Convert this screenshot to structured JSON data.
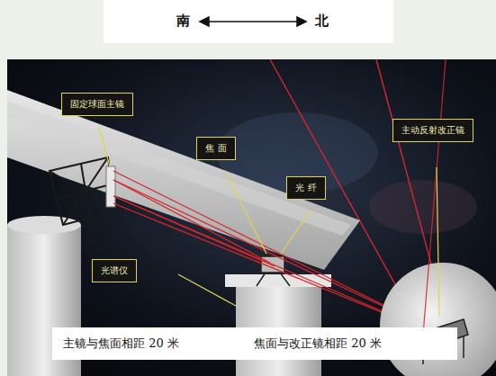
{
  "diagram": {
    "nodes": [
      {
        "text": [
          "固定球面主镜"
        ]
      },
      {
        "text": [
          "焦 面"
        ]
      },
      {
        "text": [
          "光 纤"
        ]
      },
      {
        "text": [
          "主动反射改正镜"
        ]
      },
      {
        "text": [
          "光谱仪"
        ]
      }
    ],
    "labels": [
      "南",
      "北",
      "主镜与焦面相距 20 米",
      "焦面与改正镜相距 20 米"
    ]
  }
}
